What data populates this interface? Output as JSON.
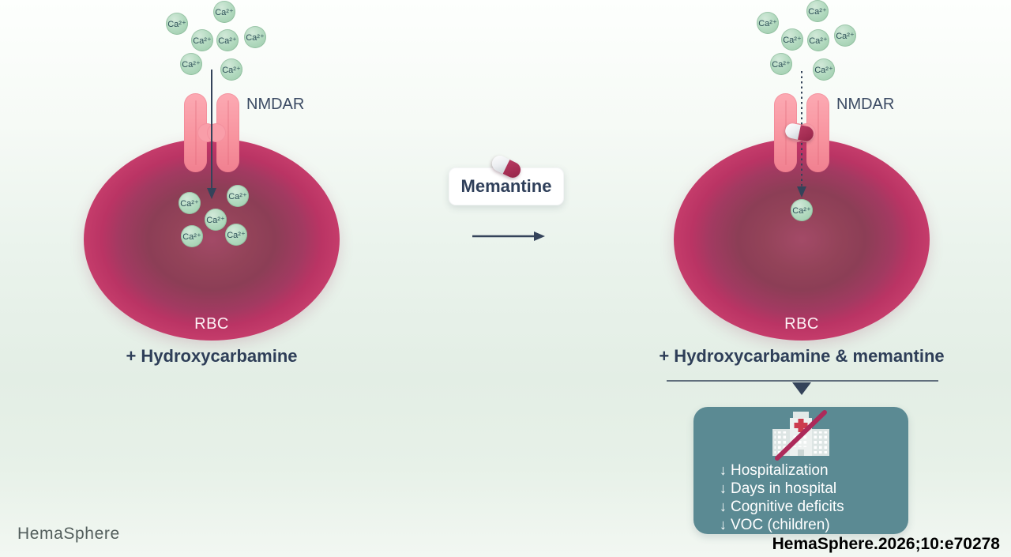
{
  "left": {
    "nmdar_label": "NMDAR",
    "rbc_label": "RBC",
    "caption": "+ Hydroxycarbamine"
  },
  "center": {
    "drug_label": "Memantine"
  },
  "right": {
    "nmdar_label": "NMDAR",
    "rbc_label": "RBC",
    "caption": "+ Hydroxycarbamine & memantine"
  },
  "ion_symbol": "Ca²⁺",
  "outcomes": {
    "arrow": "↓",
    "items": [
      "Hospitalization",
      "Days in hospital",
      "Cognitive deficits",
      "VOC (children)"
    ]
  },
  "footer": {
    "logo": "HemaSphere",
    "citation": "HemaSphere.2026;10:e70278"
  },
  "icons": {
    "pill": "pill-icon",
    "hospital_crossed": "no-hospitalization-icon",
    "influx_arrow": "calcium-influx-arrow",
    "reduced_influx_arrow": "reduced-calcium-influx-arrow"
  },
  "colors": {
    "rbc_rim": "#c53c6b",
    "rbc_core": "#8c3e56",
    "channel_pink": "#f8949f",
    "ion_green": "#b3dac0",
    "arrow_navy": "#34435a",
    "outcome_box_teal": "#5b8a93",
    "pill_magenta": "#a32c52",
    "slash_magenta": "#ad2a5a",
    "label_navy": "#2e3e58",
    "background_green": "#e3eee5"
  }
}
